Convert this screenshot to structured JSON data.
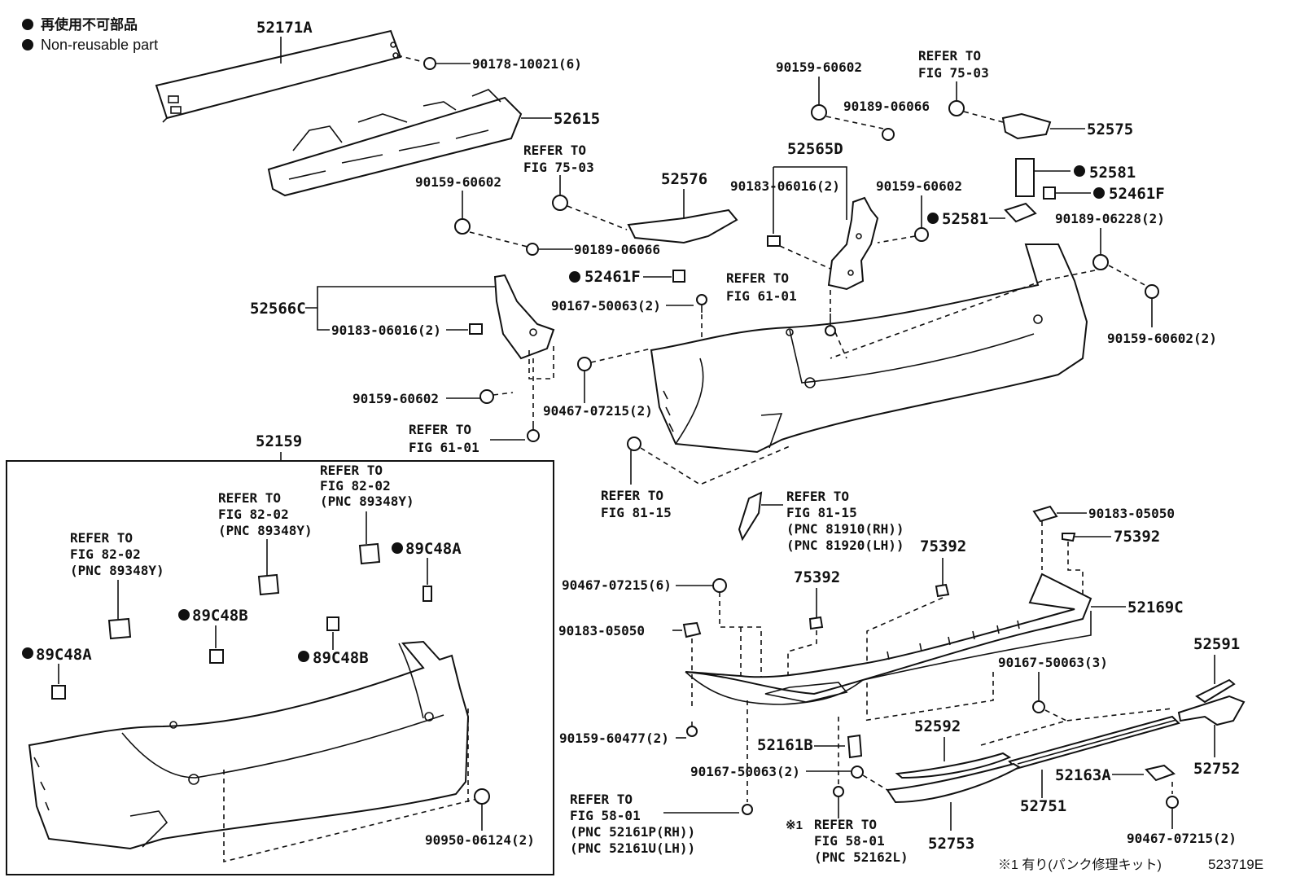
{
  "legend": {
    "japanese": "再使用不可部品",
    "english": "Non-reusable part"
  },
  "parts": {
    "p52171A": "52171A",
    "p90178": "90178-10021(6)",
    "p52615": "52615",
    "p90159_a": "90159-60602",
    "p90189_a": "90189-06066",
    "refer_75_03_a": [
      "REFER TO",
      "FIG 75-03"
    ],
    "p52576": "52576",
    "p52461F_a": "52461F",
    "p90167_a": "90167-50063(2)",
    "p52566C": "52566C",
    "p90183_a": "90183-06016(2)",
    "p90159_b": "90159-60602",
    "p90467_a": "90467-07215(2)",
    "refer_61_01_a": [
      "REFER TO",
      "FIG 61-01"
    ],
    "p90159_top": "90159-60602",
    "p90189_top": "90189-06066",
    "refer_75_03_b": [
      "REFER TO",
      "FIG 75-03"
    ],
    "p52575": "52575",
    "p52565D": "52565D",
    "p90183_b": "90183-06016(2)",
    "p90159_c": "90159-60602",
    "p52581_a": "52581",
    "p52461F_b": "52461F",
    "p52581_b": "52581",
    "p90189_b": "90189-06228(2)",
    "refer_61_01_b": [
      "REFER TO",
      "FIG 61-01"
    ],
    "p90159_d": "90159-60602(2)",
    "refer_81_15_a": [
      "REFER TO",
      "FIG 81-15"
    ],
    "refer_81_15_b": [
      "REFER TO",
      "FIG 81-15",
      "(PNC 81910(RH))",
      "(PNC 81920(LH))"
    ],
    "p90183_05050_a": "90183-05050",
    "p75392_a": "75392",
    "p75392_b": "75392",
    "p75392_c": "75392",
    "p90467_b": "90467-07215(6)",
    "p52169C": "52169C",
    "p90183_05050_b": "90183-05050",
    "p90167_b": "90167-50063(3)",
    "p52591": "52591",
    "p90159_60477": "90159-60477(2)",
    "p52161B": "52161B",
    "p52592": "52592",
    "p90167_c": "90167-50063(2)",
    "p52163A": "52163A",
    "p52752": "52752",
    "p52751": "52751",
    "refer_58_01_a": [
      "REFER TO",
      "FIG 58-01",
      "(PNC 52161P(RH))",
      "(PNC 52161U(LH))"
    ],
    "refer_58_01_b": [
      "REFER TO",
      "FIG 58-01",
      "(PNC 52162L)"
    ],
    "star1": "※1",
    "p52753": "52753",
    "p90467_c": "90467-07215(2)",
    "p52159": "52159",
    "refer_82_02_a": [
      "REFER TO",
      "FIG 82-02",
      "(PNC 89348Y)"
    ],
    "refer_82_02_b": [
      "REFER TO",
      "FIG 82-02",
      "(PNC 89348Y)"
    ],
    "refer_82_02_c": [
      "REFER TO",
      "FIG 82-02",
      "(PNC 89348Y)"
    ],
    "p89C48A_a": "89C48A",
    "p89C48B_a": "89C48B",
    "p89C48A_b": "89C48A",
    "p89C48B_b": "89C48B",
    "p90950": "90950-06124(2)"
  },
  "footer": {
    "note": "※1 有り(パンク修理キット)",
    "code": "523719E"
  }
}
